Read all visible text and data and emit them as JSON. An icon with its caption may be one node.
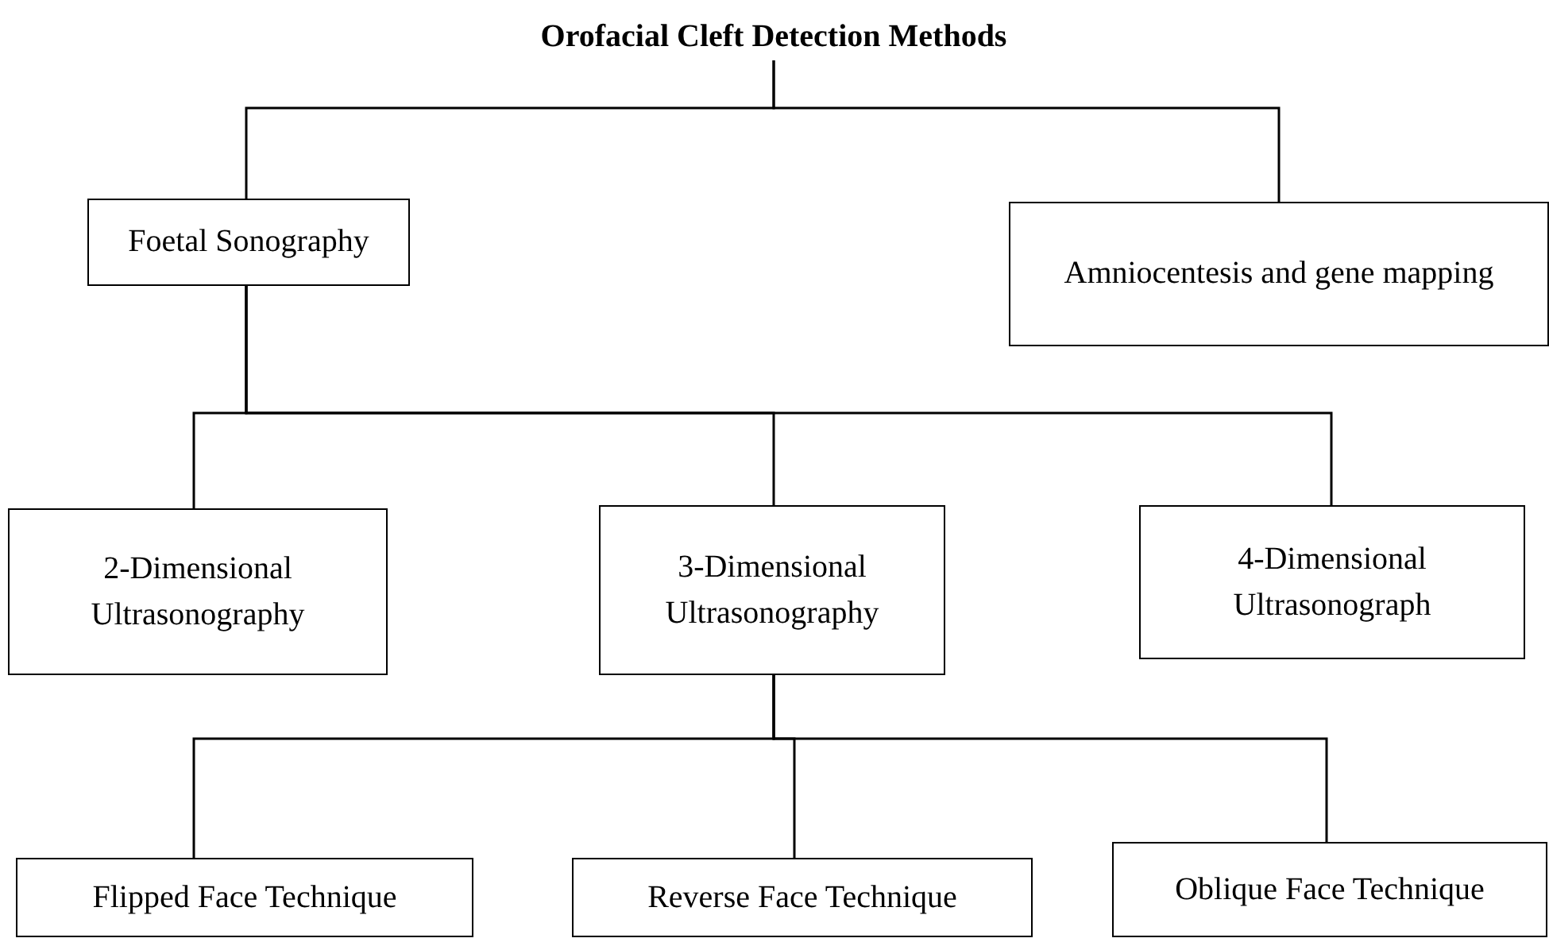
{
  "diagram": {
    "nodes": [
      {
        "text": [
          "Orofacial Cleft Detection Methods"
        ]
      },
      {
        "text": [
          "Foetal Sonography"
        ]
      },
      {
        "text": [
          "Amniocentesis and gene mapping"
        ]
      },
      {
        "text": [
          "2-Dimensional Ultrasonography"
        ]
      },
      {
        "text": [
          "3-Dimensional Ultrasonography"
        ]
      },
      {
        "text": [
          "4-Dimensional Ultrasonograph"
        ]
      },
      {
        "text": [
          "Flipped Face Technique"
        ]
      },
      {
        "text": [
          "Reverse Face Technique"
        ]
      },
      {
        "text": [
          "Oblique Face Technique"
        ]
      }
    ],
    "edges": [
      {
        "from": 0,
        "to": 1,
        "arrow": "none"
      },
      {
        "from": 0,
        "to": 2,
        "arrow": "none"
      },
      {
        "from": 1,
        "to": 3,
        "arrow": "none"
      },
      {
        "from": 1,
        "to": 4,
        "arrow": "none"
      },
      {
        "from": 1,
        "to": 5,
        "arrow": "none"
      },
      {
        "from": 4,
        "to": 6,
        "arrow": "none"
      },
      {
        "from": 4,
        "to": 7,
        "arrow": "none"
      },
      {
        "from": 4,
        "to": 8,
        "arrow": "none"
      }
    ]
  }
}
